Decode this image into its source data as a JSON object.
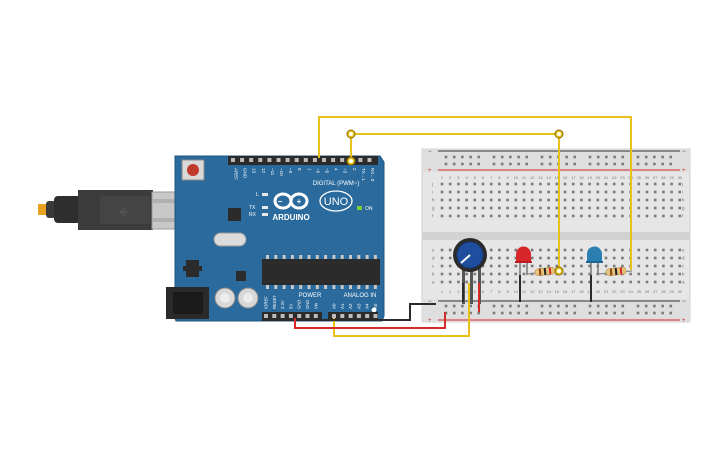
{
  "board": {
    "brand": "ARDUINO",
    "model": "UNO",
    "digital_header": "DIGITAL (PWM~)",
    "power_header": "POWER",
    "analog_header": "ANALOG IN",
    "on_label": "ON",
    "tx_label": "TX",
    "rx_label": "RX",
    "l_label": "L",
    "top_pins": [
      "AREF",
      "GND",
      "13",
      "12",
      "~11",
      "~10",
      "~9",
      "8",
      "7",
      "~6",
      "~5",
      "4",
      "~3",
      "2",
      "TX→1",
      "RX←0"
    ],
    "power_pins": [
      "IOREF",
      "RESET",
      "3.3V",
      "5V",
      "GND",
      "GND",
      "Vin"
    ],
    "analog_pins": [
      "A0",
      "A1",
      "A2",
      "A3",
      "A4",
      "A5"
    ]
  },
  "breadboard": {
    "top_letters": [
      "j",
      "i",
      "h",
      "g",
      "f"
    ],
    "bottom_letters": [
      "e",
      "d",
      "c",
      "b",
      "a"
    ],
    "plus": "+",
    "minus": "−",
    "column_numbers": [
      "1",
      "2",
      "3",
      "4",
      "5",
      "6",
      "7",
      "8",
      "9",
      "10",
      "11",
      "12",
      "13",
      "14",
      "15",
      "16",
      "17",
      "18",
      "19",
      "20",
      "21",
      "22",
      "23",
      "24",
      "25",
      "26",
      "27",
      "28",
      "29",
      "30"
    ]
  },
  "colors": {
    "board": "#2a6a9c",
    "breadboard": "#e6e6e6",
    "wire_yellow": "#e8c21a",
    "wire_red": "#d42a2a",
    "wire_black": "#2b2b2b",
    "led_red": "#d8262b",
    "led_blue": "#2a7fb0"
  }
}
